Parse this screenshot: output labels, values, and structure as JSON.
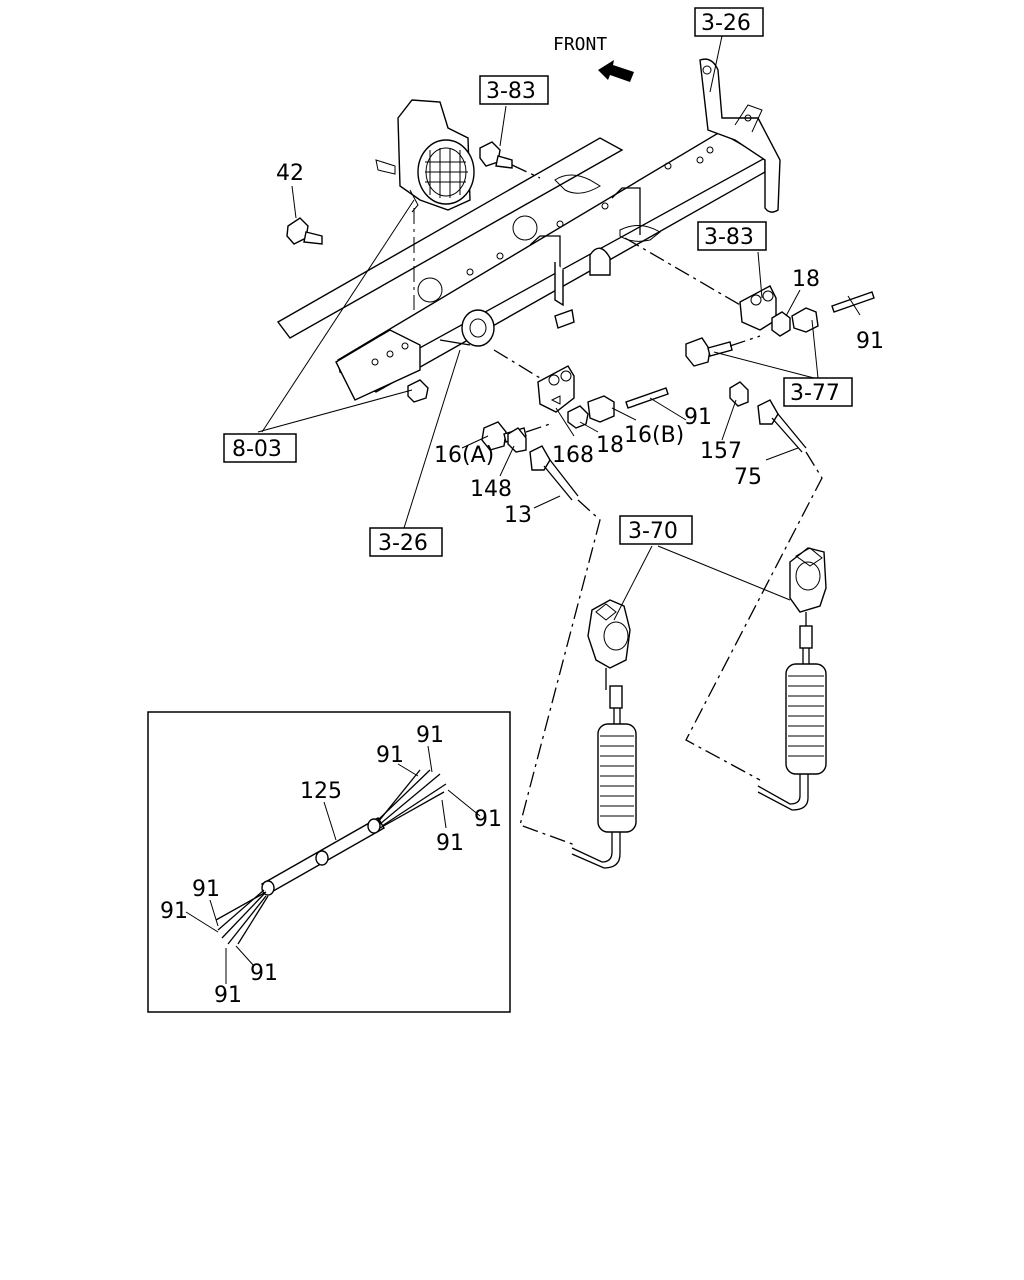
{
  "direction_label": "FRONT",
  "references": [
    "3-26",
    "3-83",
    "3-83",
    "3-77",
    "8-03",
    "3-26",
    "3-70"
  ],
  "part_numbers": [
    "42",
    "18",
    "91",
    "16(A)",
    "168",
    "18",
    "16(B)",
    "91",
    "157",
    "148",
    "13",
    "75"
  ],
  "inset": {
    "labels": [
      "91",
      "91",
      "125",
      "91",
      "91",
      "91",
      "91",
      "91",
      "91"
    ]
  }
}
